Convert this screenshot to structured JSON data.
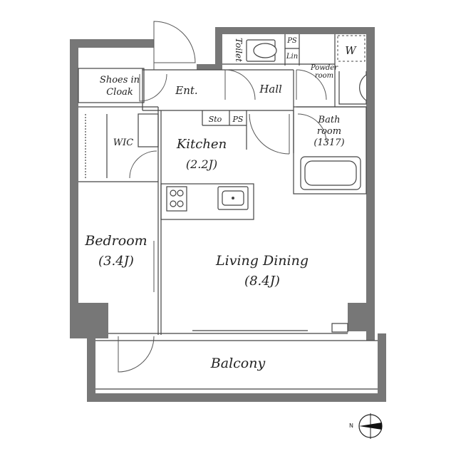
{
  "rooms": {
    "shoes_in_cloak_line1": "Shoes in",
    "shoes_in_cloak_line2": "Cloak",
    "ent": "Ent.",
    "toilet": "Toilet",
    "ps_upper": "PS",
    "lin": "Lin",
    "w": "W",
    "powder_line1": "Powder",
    "powder_line2": "room",
    "hall": "Hall",
    "sto": "Sto",
    "ps_lower": "PS",
    "wic": "WIC",
    "kitchen": "Kitchen",
    "kitchen_size": "(2.2J)",
    "bath_line1": "Bath",
    "bath_line2": "room",
    "bath_size": "(1317)",
    "bedroom": "Bedroom",
    "bedroom_size": "(3.4J)",
    "living": "Living Dining",
    "living_size": "(8.4J)",
    "balcony": "Balcony",
    "compass_n": "N"
  },
  "colors": {
    "wall": "#777777",
    "line": "#444444"
  },
  "icons": [
    "compass-icon",
    "stove-icon",
    "sink-icon",
    "toilet-icon",
    "bathtub-icon",
    "washbasin-icon"
  ]
}
